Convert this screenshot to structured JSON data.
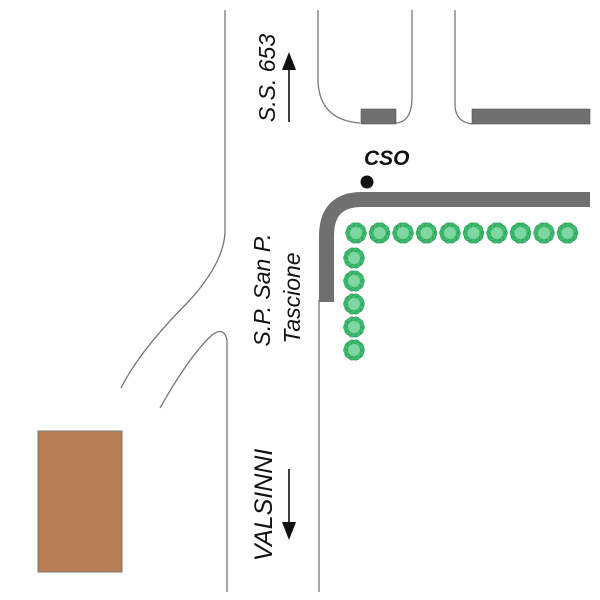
{
  "labels": {
    "road_north": "S.S. 653",
    "road_main_line1": "S.P. San P.",
    "road_main_line2": "Tascione",
    "road_south": "VALSINNI",
    "point": "CSO"
  },
  "colors": {
    "road_edge": "#6e6e6e",
    "wall": "#707070",
    "building": "#b98058",
    "tree": "#3dbb6e",
    "text": "#111111"
  },
  "trees": {
    "horizontal_count": 10,
    "vertical_count": 5
  }
}
